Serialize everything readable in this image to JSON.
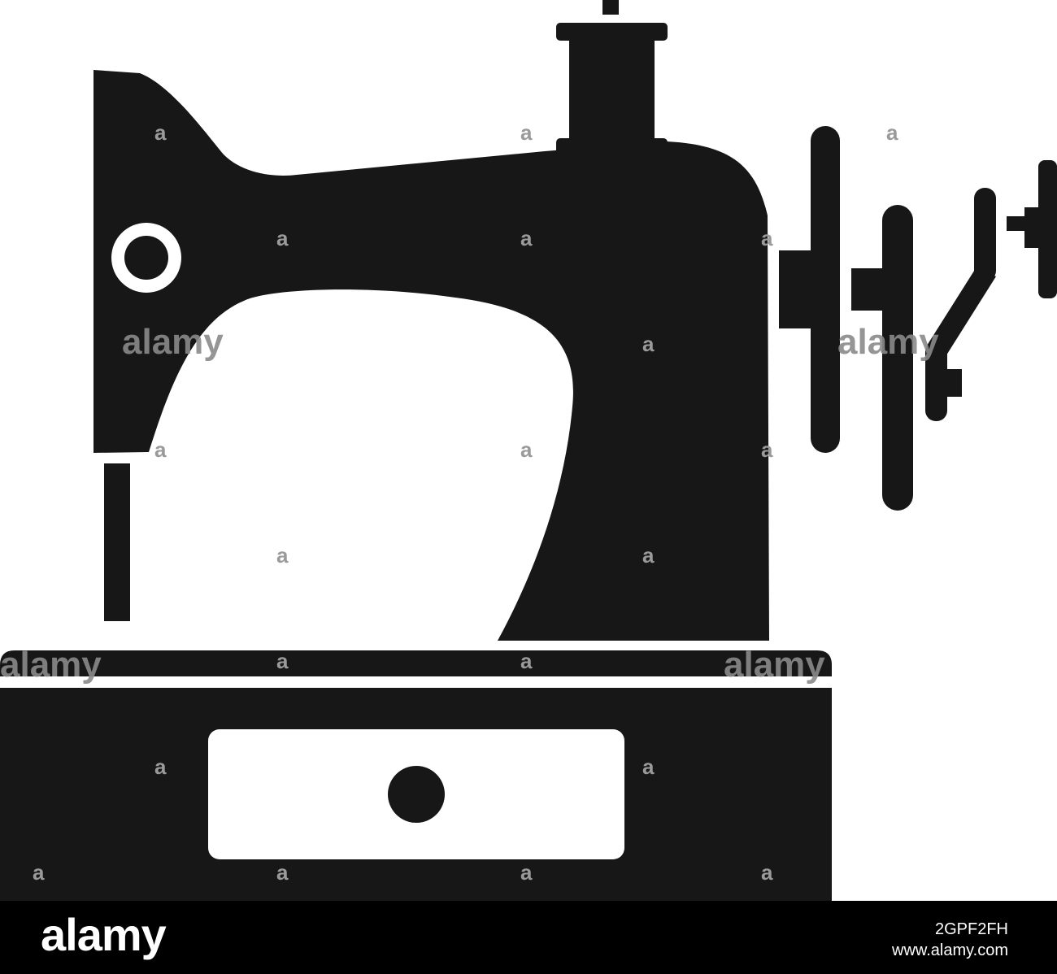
{
  "image": {
    "subject": "sewing-machine-icon",
    "fill_color": "#161716",
    "background_color": "#ffffff"
  },
  "watermark": {
    "word": "alamy",
    "mark": "a"
  },
  "footer": {
    "brand": "alamy",
    "image_id": "2GPF2FH",
    "url": "www.alamy.com",
    "background_color": "#000000"
  }
}
